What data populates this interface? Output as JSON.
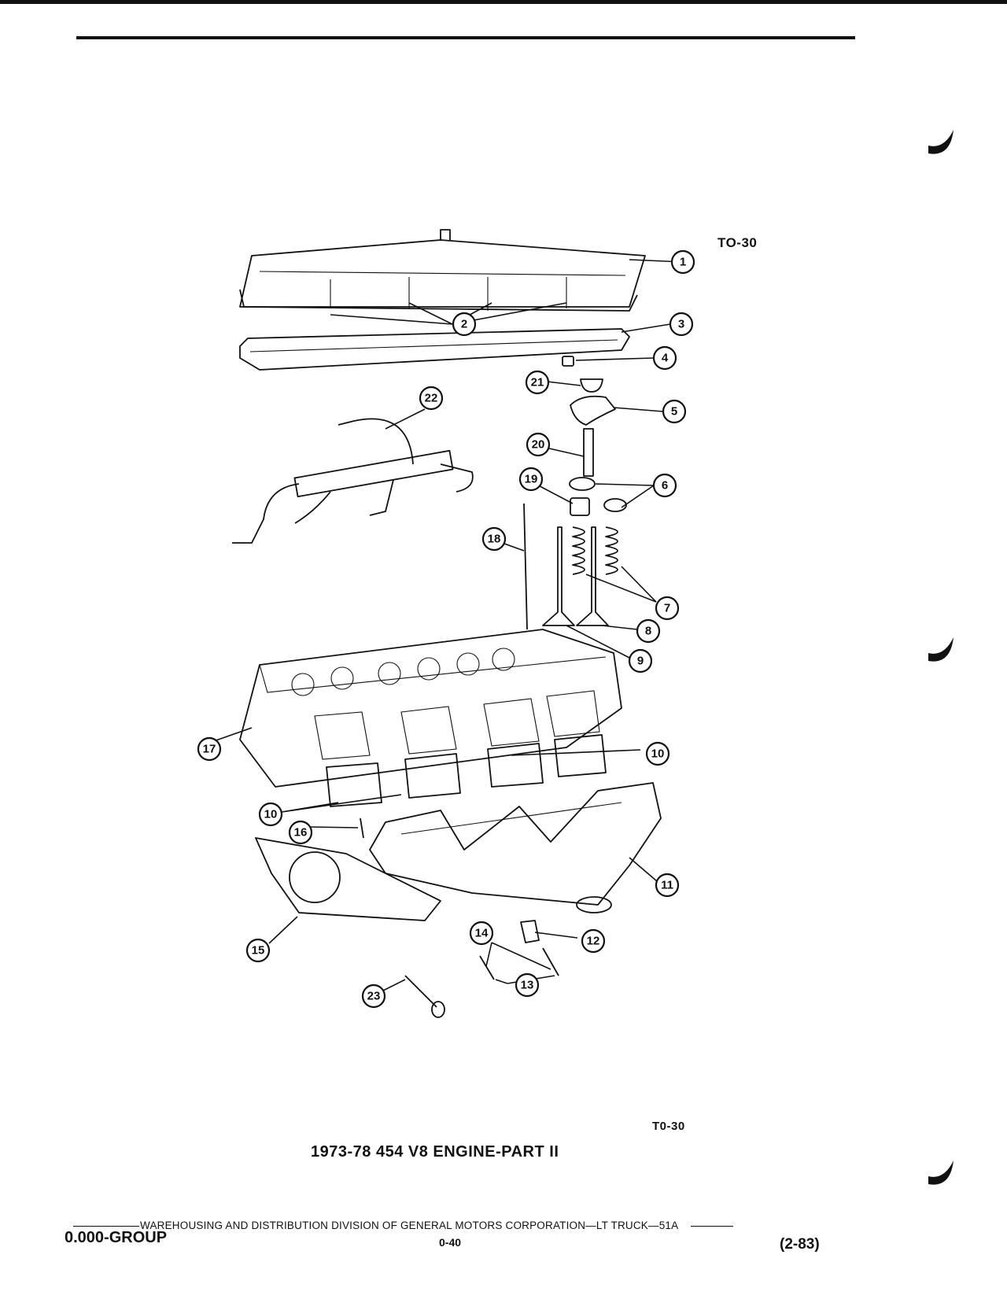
{
  "figure_code_top": "TO-30",
  "figure_code_bottom": "T0-30",
  "caption": "1973-78 454 V8 ENGINE-PART II",
  "footer": {
    "line": "WAREHOUSING AND DISTRIBUTION  DIVISION OF GENERAL MOTORS CORPORATION—LT TRUCK—51A",
    "group": "0.000-GROUP",
    "page": "0-40",
    "date": "(2-83)"
  },
  "callouts": [
    "1",
    "2",
    "3",
    "4",
    "5",
    "6",
    "7",
    "8",
    "9",
    "10",
    "11",
    "12",
    "13",
    "14",
    "15",
    "16",
    "17",
    "18",
    "19",
    "20",
    "21",
    "22",
    "23"
  ]
}
